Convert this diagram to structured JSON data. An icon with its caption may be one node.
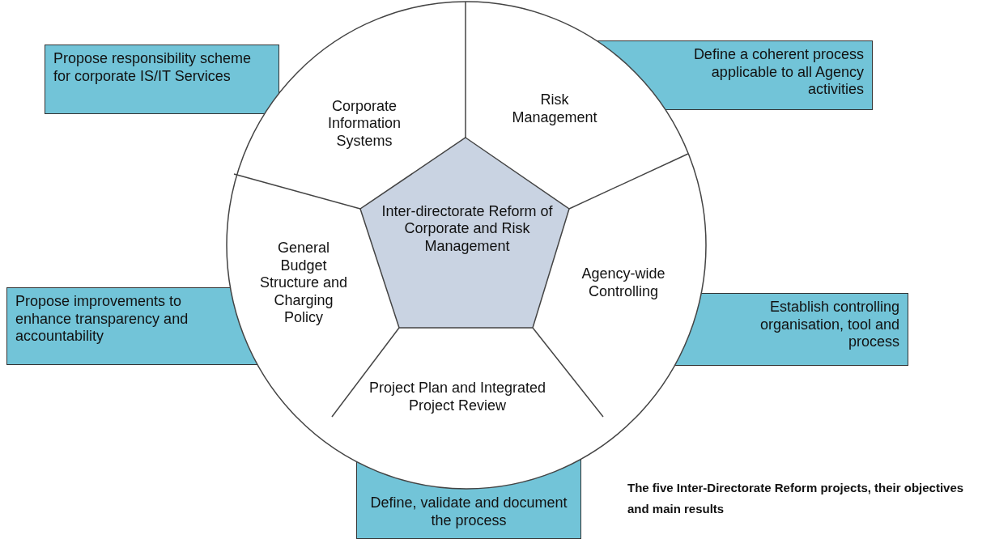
{
  "diagram": {
    "caption": "The five Inter-Directorate Reform projects, their objectives and main results",
    "nodes": [
      {
        "text": [
          "Inter-directorate Reform of Corporate and Risk Management"
        ]
      },
      {
        "text": [
          "Corporate Information Systems"
        ]
      },
      {
        "text": [
          "Risk Management"
        ]
      },
      {
        "text": [
          "Agency-wide Controlling"
        ]
      },
      {
        "text": [
          "Project Plan and Integrated Project Review"
        ]
      },
      {
        "text": [
          "General Budget Structure and Charging Policy"
        ]
      },
      {
        "text": [
          "Propose responsibility scheme for corporate IS/IT Services"
        ]
      },
      {
        "text": [
          "Define a coherent process applicable to all Agency activities"
        ]
      },
      {
        "text": [
          "Propose improvements to enhance transparency and accountability"
        ]
      },
      {
        "text": [
          "Establish controlling organisation, tool and process"
        ]
      },
      {
        "text": [
          "Define, validate and document the process"
        ]
      }
    ],
    "edges": []
  }
}
